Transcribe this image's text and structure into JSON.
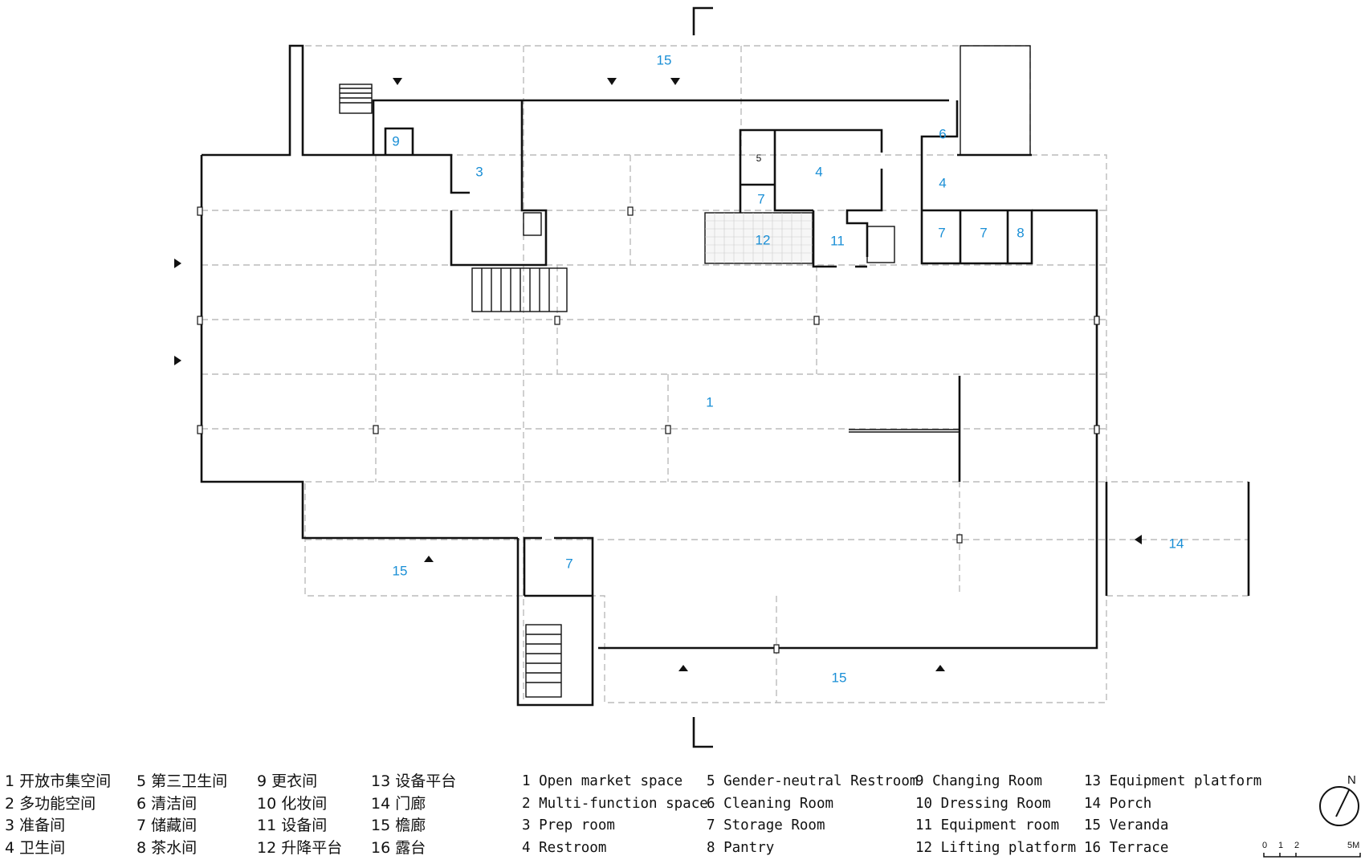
{
  "plan": {
    "room_labels": [
      {
        "id": "15-top",
        "text": "15"
      },
      {
        "id": "9",
        "text": "9"
      },
      {
        "id": "3",
        "text": "3"
      },
      {
        "id": "5",
        "text": "5"
      },
      {
        "id": "4-main",
        "text": "4"
      },
      {
        "id": "7-a",
        "text": "7"
      },
      {
        "id": "12",
        "text": "12"
      },
      {
        "id": "11",
        "text": "11"
      },
      {
        "id": "6",
        "text": "6"
      },
      {
        "id": "4-east",
        "text": "4"
      },
      {
        "id": "7-b",
        "text": "7"
      },
      {
        "id": "7-c",
        "text": "7"
      },
      {
        "id": "8",
        "text": "8"
      },
      {
        "id": "1",
        "text": "1"
      },
      {
        "id": "14",
        "text": "14"
      },
      {
        "id": "15-left",
        "text": "15"
      },
      {
        "id": "7-d",
        "text": "7"
      },
      {
        "id": "15-bottom",
        "text": "15"
      }
    ]
  },
  "legend_cn": [
    [
      "1 开放市集空间",
      "2 多功能空间",
      "3 准备间",
      "4 卫生间"
    ],
    [
      "5 第三卫生间",
      "6 清洁间",
      "7 储藏间",
      "8 茶水间"
    ],
    [
      "9 更衣间",
      "10 化妆间",
      "11 设备间",
      "12 升降平台"
    ],
    [
      "13 设备平台",
      "14 门廊",
      "15 檐廊",
      "16 露台"
    ]
  ],
  "legend_en": [
    [
      "1 Open market space",
      "2 Multi-function space",
      "3 Prep room",
      "4 Restroom"
    ],
    [
      "5 Gender-neutral Restroom",
      "6 Cleaning Room",
      "7 Storage Room",
      "8 Pantry"
    ],
    [
      "9 Changing Room",
      "10 Dressing Room",
      "11 Equipment room",
      "12 Lifting platform"
    ],
    [
      "13 Equipment platform",
      "14 Porch",
      "15 Veranda",
      "16 Terrace"
    ]
  ],
  "north": {
    "label": "N"
  },
  "scale": {
    "ticks": [
      "0",
      "1",
      "2",
      "5M"
    ]
  },
  "colors": {
    "label": "#1a8fd6",
    "wall": "#111111",
    "grid": "#bbbbbb"
  }
}
